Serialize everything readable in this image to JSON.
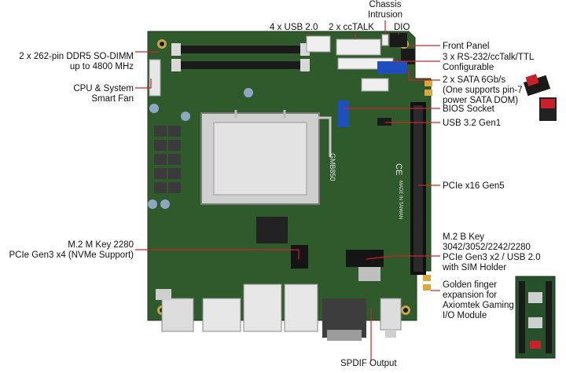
{
  "labels": {
    "chassis_intrusion": [
      "Chassis",
      "Intrusion"
    ],
    "usb20": "4 x USB 2.0",
    "cctalk": "2 x ccTALK",
    "dio": "DIO",
    "ddr5": [
      "2 x 262-pin DDR5 SO-DIMM",
      "up to 4800 MHz"
    ],
    "fan": [
      "CPU & System",
      "Smart Fan"
    ],
    "front_panel": "Front Panel",
    "rs232": [
      "3 x RS-232/ccTalk/TTL",
      "Configurable"
    ],
    "sata": [
      "2 x SATA 6Gb/s",
      "(One supports pin-7",
      "power SATA DOM)"
    ],
    "bios": "BIOS Socket",
    "usb32": "USB 3.2 Gen1",
    "pcie16": "PCIe x16 Gen5",
    "m2m": [
      "M.2 M Key 2280",
      "PCIe Gen3 x4 (NVMe Support)"
    ],
    "m2b": [
      "M.2 B Key",
      "3042/3052/2242/2280",
      "PCIe Gen3 x2 / USB 2.0",
      "with SIM Holder"
    ],
    "golden": [
      "Golden finger",
      "expansion for",
      "Axiomtek Gaming",
      "I/O Module"
    ],
    "spdif": "SPDIF Output"
  },
  "board_marks": {
    "model": "GMB850",
    "made_in": "MADE IN TAIWAN",
    "ce": "CE"
  },
  "colors": {
    "pcb": "#2f5a2c",
    "pcb_dark": "#234621",
    "leader": "#d0202c",
    "text": "#111111"
  }
}
